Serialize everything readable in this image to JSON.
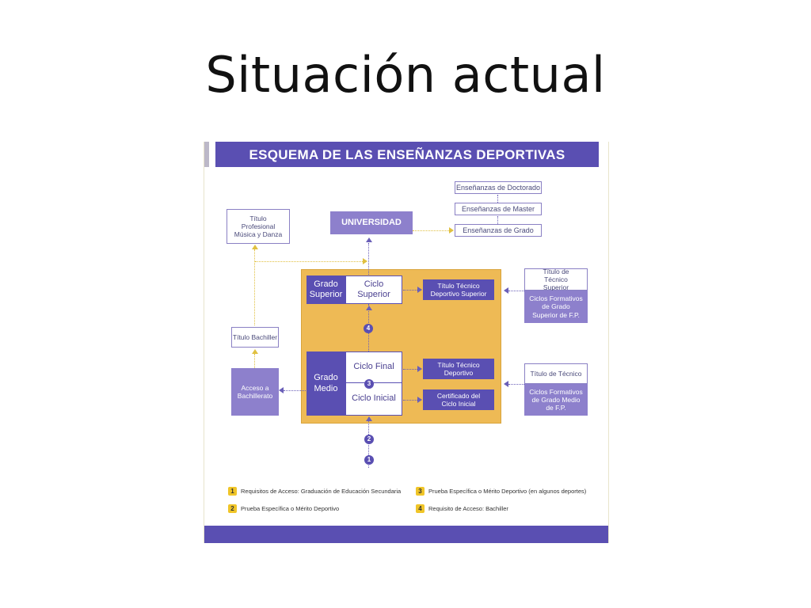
{
  "slide": {
    "title": "Situación actual"
  },
  "diagram": {
    "header": "ESQUEMA DE LAS ENSEÑANZAS DEPORTIVAS",
    "doctorado": "Enseñanzas de Doctorado",
    "master": "Enseñanzas de Master",
    "grado": "Enseñanzas de Grado",
    "universidad": "UNIVERSIDAD",
    "musica": "Título Profesional Música y Danza",
    "bachiller": "Título Bachiller",
    "acceso_bach": "Acceso a Bachillerato",
    "grado_superior": "Grado Superior",
    "ciclo_superior": "Ciclo Superior",
    "tit_tec_dep_sup": "Título Técnico Deportivo Superior",
    "grado_medio": "Grado Medio",
    "ciclo_final": "Ciclo Final",
    "ciclo_inicial": "Ciclo Inicial",
    "tit_tec_dep": "Título Técnico Deportivo",
    "certificado": "Certificado del Ciclo Inicial",
    "tit_tec_sup": "Título de Técnico Superior",
    "ciclos_sup": "Ciclos Formativos de Grado Superior de F.P.",
    "tit_tec": "Título de Técnico",
    "ciclos_medio": "Ciclos Formativos de Grado Medio de F.P.",
    "markers": {
      "m1": "1",
      "m2": "2",
      "m3": "3",
      "m4": "4"
    }
  },
  "legend": [
    {
      "n": "1",
      "text": "Requisitos de Acceso: Graduación de Educación Secundaria"
    },
    {
      "n": "2",
      "text": "Prueba Específica o Mérito Deportivo"
    },
    {
      "n": "3",
      "text": "Prueba Específica o Mérito Deportivo (en algunos deportes)"
    },
    {
      "n": "4",
      "text": "Requisito de Acceso: Bachiller"
    }
  ],
  "colors": {
    "purple": "#5a4fb2",
    "lilac": "#8d80cc",
    "gold": "#eeba55",
    "legend_yellow": "#f0c528"
  }
}
